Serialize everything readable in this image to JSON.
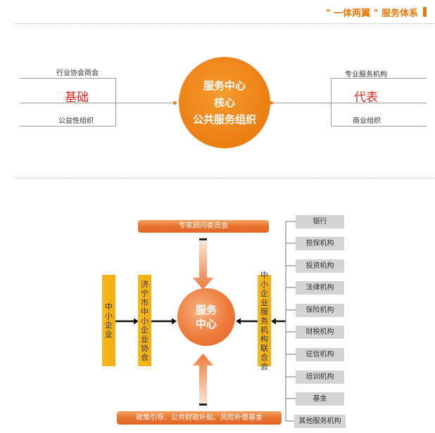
{
  "header": {
    "title": "\" 一体两翼 \" 服务体系"
  },
  "top": {
    "left_top": "行业协会商会",
    "left_big": "基础",
    "left_bottom": "公益性组织",
    "center_lines": [
      "服务中心",
      "核心",
      "公共服务组织"
    ],
    "right_top": "专业服务机构",
    "right_big": "代表",
    "right_bottom": "商业组织"
  },
  "bottom": {
    "expert_committee": "专家顾问委员会",
    "sme": "中小企业",
    "association": "济宁市中小企业协会",
    "center": [
      "服务",
      "中心"
    ],
    "federation": "中小企业服务机构联合会",
    "policy": "政策引导、公共财政补贴、风险补偿基金",
    "institutions": [
      "银行",
      "担保机构",
      "投资机构",
      "法律机构",
      "保险机构",
      "财税机构",
      "征信机构",
      "培训机构",
      "基金",
      "其他服务机构"
    ]
  },
  "colors": {
    "orange": "#ec7e12",
    "yellow": "#f3ad12",
    "gray_box": "#d4d4d4",
    "red_text": "#d62a1c"
  }
}
